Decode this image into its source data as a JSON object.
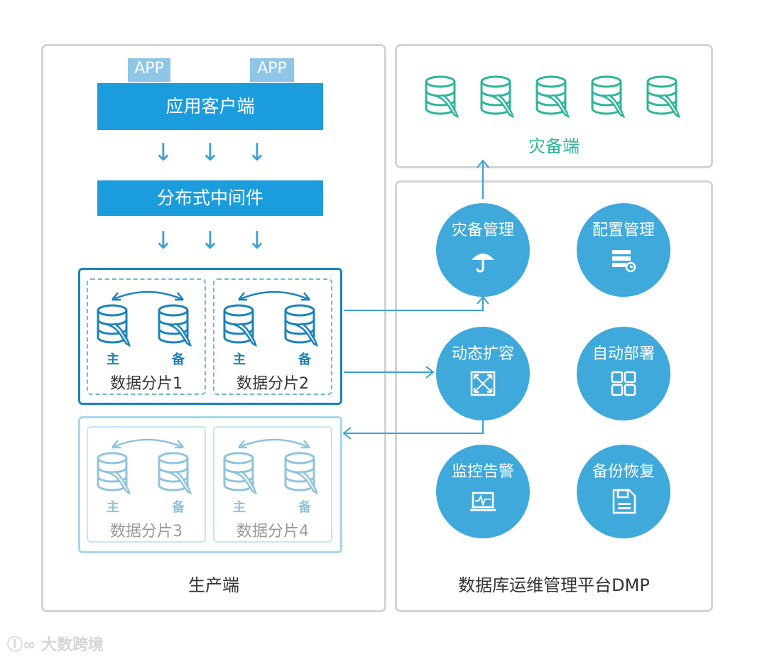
{
  "producer": {
    "caption": "生产端",
    "app_tags": [
      "APP",
      "APP"
    ],
    "client_label": "应用客户端",
    "middleware_label": "分布式中间件",
    "shards": [
      {
        "name": "数据分片1",
        "primary": "主",
        "standby": "备",
        "active": true
      },
      {
        "name": "数据分片2",
        "primary": "主",
        "standby": "备",
        "active": true
      },
      {
        "name": "数据分片3",
        "primary": "主",
        "standby": "备",
        "active": false
      },
      {
        "name": "数据分片4",
        "primary": "主",
        "standby": "备",
        "active": false
      }
    ]
  },
  "disaster": {
    "caption": "灾备端",
    "db_count": 5
  },
  "dmp": {
    "caption": "数据库运维管理平台DMP",
    "functions": [
      {
        "label": "灾备管理",
        "icon": "umbrella-icon"
      },
      {
        "label": "配置管理",
        "icon": "server-config-icon"
      },
      {
        "label": "动态扩容",
        "icon": "expand-icon"
      },
      {
        "label": "自动部署",
        "icon": "grid-layout-icon"
      },
      {
        "label": "监控告警",
        "icon": "monitor-icon"
      },
      {
        "label": "备份恢复",
        "icon": "floppy-disk-icon"
      }
    ]
  },
  "watermark": "大数跨境",
  "colors": {
    "primary_blue": "#1b9ddd",
    "tag_blue": "#8fc6e8",
    "circle_blue": "#3fa9dc",
    "shard_dark": "#1a82bd",
    "shard_light": "#a7d6ec",
    "db_green": "#2fb59a",
    "border_gray": "#d4d4d4"
  }
}
